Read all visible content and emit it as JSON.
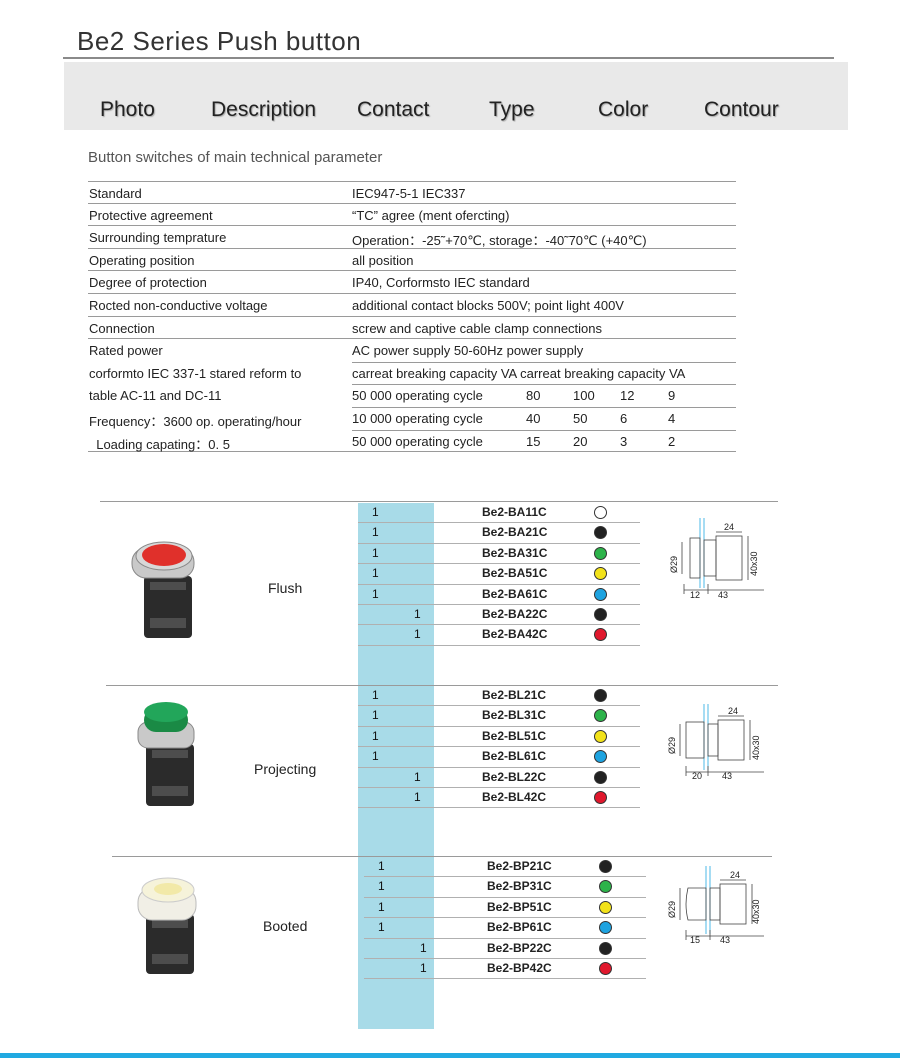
{
  "title": "Be2  Series  Push button",
  "header_tabs": [
    "Photo",
    "Description",
    "Contact",
    "Type",
    "Color",
    "Contour"
  ],
  "params_title": "Button switches of main technical parameter",
  "params": [
    {
      "label": "Standard",
      "value": "IEC947-5-1  IEC337"
    },
    {
      "label": "Protective agreement",
      "value": "“TC”   agree (ment ofercting)"
    },
    {
      "label": "Surrounding temprature",
      "value": "Operation：-25˜+70℃, storage：-40˜70℃ (+40℃)"
    },
    {
      "label": "Operating position",
      "value": "all position"
    },
    {
      "label": "Degree of protection",
      "value": "IP40,  Corformsto IEC standard"
    },
    {
      "label": "Rocted non-conductive voltage",
      "value": "additional contact blocks 500V;  point light 400V"
    },
    {
      "label": "Connection",
      "value": "screw and captive cable clamp connections"
    },
    {
      "label": "Rated power",
      "value": "AC power supply 50-60Hz power supply"
    },
    {
      "label": "corformto IEC 337-1 stared reform to",
      "value": "carreat breaking capacity VA carreat breaking capacity VA"
    }
  ],
  "cycles": [
    {
      "label": "table AC-11 and DC-11",
      "value": "50 000 operating cycle",
      "nums": [
        "80",
        "100",
        "12",
        "9"
      ]
    },
    {
      "label": "Frequency：3600 op. operating/hour",
      "value": "10 000 operating cycle",
      "nums": [
        "40",
        "50",
        "6",
        "4"
      ]
    },
    {
      "label": "  Loading capating：0. 5",
      "value": "50 000 operating cycle",
      "nums": [
        "15",
        "20",
        "3",
        "2"
      ]
    }
  ],
  "groups": [
    {
      "type": "Flush",
      "rows": [
        {
          "no": "1",
          "nc": "",
          "model": "Be2-BA11C",
          "color": "#ffffff"
        },
        {
          "no": "1",
          "nc": "",
          "model": "Be2-BA21C",
          "color": "#222222"
        },
        {
          "no": "1",
          "nc": "",
          "model": "Be2-BA31C",
          "color": "#2db34a"
        },
        {
          "no": "1",
          "nc": "",
          "model": "Be2-BA51C",
          "color": "#f2e21a"
        },
        {
          "no": "1",
          "nc": "",
          "model": "Be2-BA61C",
          "color": "#1ea3e0"
        },
        {
          "no": "",
          "nc": "1",
          "model": "Be2-BA22C",
          "color": "#222222"
        },
        {
          "no": "",
          "nc": "1",
          "model": "Be2-BA42C",
          "color": "#e0182d"
        }
      ],
      "dims": {
        "d": "Ø29",
        "h": "40x30",
        "top": "24",
        "left": "12",
        "right": "43"
      }
    },
    {
      "type": "Projecting",
      "rows": [
        {
          "no": "1",
          "nc": "",
          "model": "Be2-BL21C",
          "color": "#222222"
        },
        {
          "no": "1",
          "nc": "",
          "model": "Be2-BL31C",
          "color": "#2db34a"
        },
        {
          "no": "1",
          "nc": "",
          "model": "Be2-BL51C",
          "color": "#f2e21a"
        },
        {
          "no": "1",
          "nc": "",
          "model": "Be2-BL61C",
          "color": "#1ea3e0"
        },
        {
          "no": "",
          "nc": "1",
          "model": "Be2-BL22C",
          "color": "#222222"
        },
        {
          "no": "",
          "nc": "1",
          "model": "Be2-BL42C",
          "color": "#e0182d"
        }
      ],
      "dims": {
        "d": "Ø29",
        "h": "40x30",
        "top": "24",
        "left": "20",
        "right": "43"
      }
    },
    {
      "type": "Booted",
      "rows": [
        {
          "no": "1",
          "nc": "",
          "model": "Be2-BP21C",
          "color": "#222222"
        },
        {
          "no": "1",
          "nc": "",
          "model": "Be2-BP31C",
          "color": "#2db34a"
        },
        {
          "no": "1",
          "nc": "",
          "model": "Be2-BP51C",
          "color": "#f2e21a"
        },
        {
          "no": "1",
          "nc": "",
          "model": "Be2-BP61C",
          "color": "#1ea3e0"
        },
        {
          "no": "",
          "nc": "1",
          "model": "Be2-BP22C",
          "color": "#222222"
        },
        {
          "no": "",
          "nc": "1",
          "model": "Be2-BP42C",
          "color": "#e0182d"
        }
      ],
      "dims": {
        "d": "Ø29",
        "h": "40x30",
        "top": "24",
        "left": "15",
        "right": "43"
      }
    }
  ],
  "colors": {
    "blue_column": "#a8dbe8",
    "accent_bar": "#21a9e1",
    "header_band": "#e9e9e9"
  }
}
